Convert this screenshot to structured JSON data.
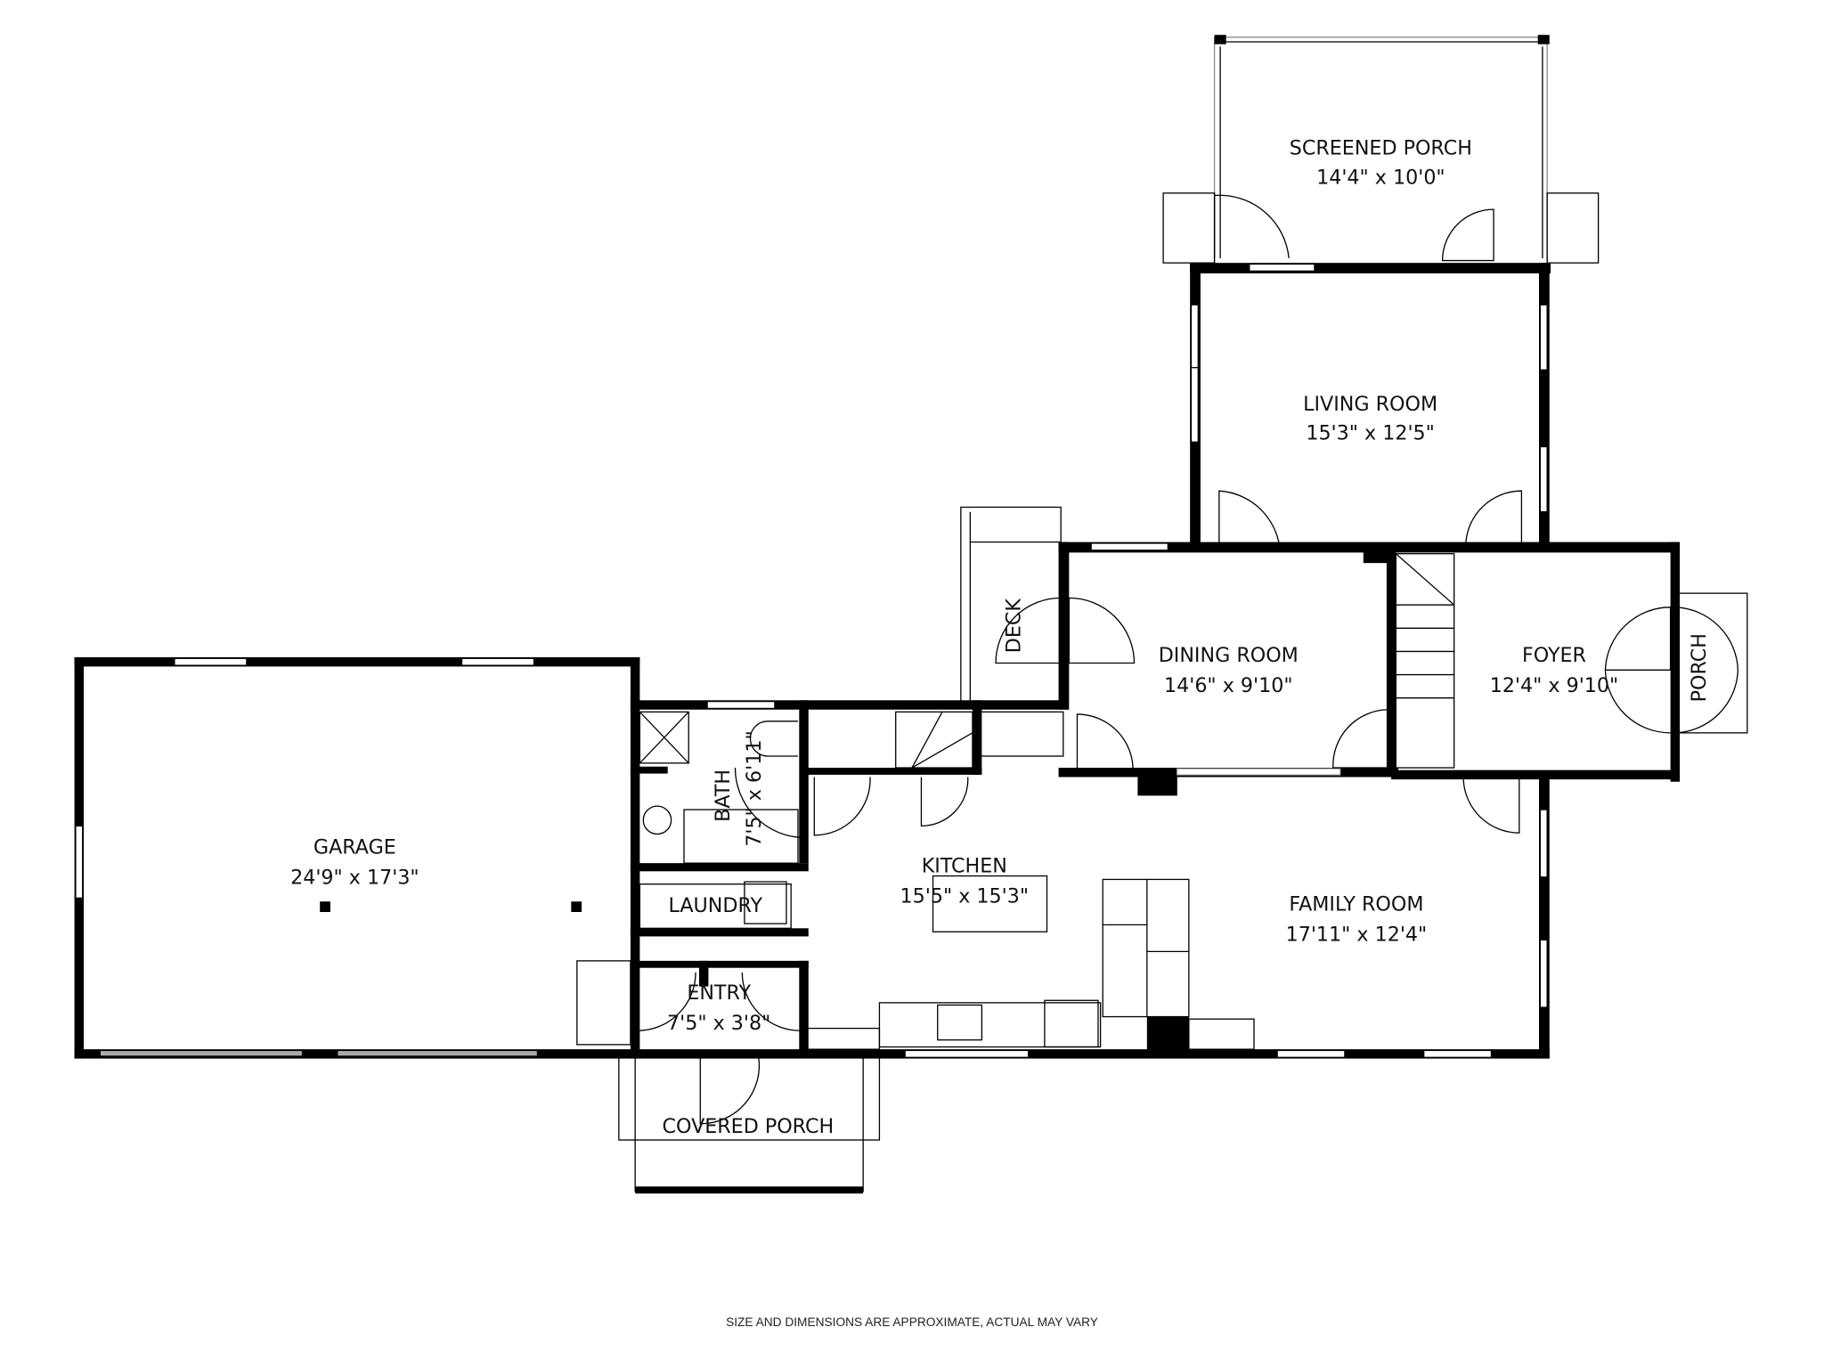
{
  "rooms": {
    "screened_porch": {
      "name": "SCREENED PORCH",
      "size": "14'4\" x 10'0\""
    },
    "living_room": {
      "name": "LIVING ROOM",
      "size": "15'3\" x 12'5\""
    },
    "dining_room": {
      "name": "DINING ROOM",
      "size": "14'6\" x 9'10\""
    },
    "foyer": {
      "name": "FOYER",
      "size": "12'4\" x 9'10\""
    },
    "porch": {
      "name": "PORCH"
    },
    "deck": {
      "name": "DECK"
    },
    "garage": {
      "name": "GARAGE",
      "size": "24'9\" x 17'3\""
    },
    "bath": {
      "name": "BATH",
      "size": "7'5\" x 6'11\""
    },
    "laundry": {
      "name": "LAUNDRY"
    },
    "kitchen": {
      "name": "KITCHEN",
      "size": "15'5\" x 15'3\""
    },
    "family_room": {
      "name": "FAMILY ROOM",
      "size": "17'11\" x 12'4\""
    },
    "entry": {
      "name": "ENTRY",
      "size": "7'5\" x 3'8\""
    },
    "covered_porch": {
      "name": "COVERED PORCH"
    }
  },
  "footer": "SIZE AND DIMENSIONS ARE APPROXIMATE, ACTUAL MAY VARY",
  "colors": {
    "wall": "#000000",
    "background": "#ffffff"
  }
}
